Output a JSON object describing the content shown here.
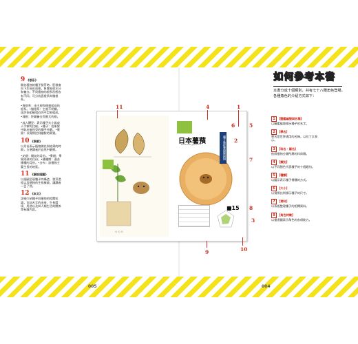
{
  "left_entries": [
    {
      "num": "9",
      "title": "《根系》",
      "body": "開花植物的種子發芽時，胚根會向下生長形成根，負責吸收水分和養分。不同植物的根系形態各有不同，可分為直根系與鬚根系。"
    },
    {
      "num": "",
      "title": "",
      "body": "•直根系：由主根和側根組成的根系。•鬚根系：主根不明顯，由許多粗細相近的不定根組成。•塊根：貯藏養分而膨大的根。"
    },
    {
      "num": "",
      "title": "",
      "body": "•成人體型：表示種子大小與成人手掌的比較。•種子：從果實中取出後所見的種子外觀。•果實：以實際比例繪製的果實。"
    },
    {
      "num": "10",
      "title": "《季節》",
      "body": "以月份表示植物開花與結果的時期，方便讀者於自然中觀察。"
    },
    {
      "num": "",
      "title": "",
      "body": "•花期：開花的月份。•果期：果實成熟的月份。•播種期：適合播種的月份。•分布：該植物主要生長的地區。"
    },
    {
      "num": "11",
      "title": "《解說插圖》",
      "body": "以插圖呈現種子的構造、發芽過程以及植物的生長樣貌，讓讀者一目了然。"
    },
    {
      "num": "12",
      "title": "《本文》",
      "body": "詳細介紹種子與植物的相關知識，包括名字的由來、生長環境、用途以及與人類生活的關係等有趣內容。"
    }
  ],
  "page_left_num": "005",
  "page_right_num": "004",
  "illustration": {
    "title": "日本薯蕷",
    "sci": "Dioscorea japonica",
    "side_label": "種子像披著翅膀飛翔",
    "badge": "■15"
  },
  "callouts": [
    "11",
    "4",
    "1",
    "6",
    "5",
    "2",
    "7",
    "8",
    "3",
    "9",
    "10"
  ],
  "right": {
    "title": "如何參考本書",
    "intro": "本書分成十個類別，共有七十八種角色登場，各種角色的介紹方式如下：",
    "items": [
      {
        "num": "1",
        "head": "【圖鑑編號與名稱】",
        "body": "以圖鑑編號標示種子的名字。"
      },
      {
        "num": "2",
        "head": "【學名】",
        "body": "學名是世界通用的名稱，以拉丁文表示。"
      },
      {
        "num": "3",
        "head": "【科名・屬名】",
        "body": "依照植物分類所屬的科與屬。"
      },
      {
        "num": "4",
        "head": "【類別】",
        "body": "以不同顏色代表種子的十個類別。"
      },
      {
        "num": "5",
        "head": "【種類】",
        "body": "以圖示表示種子傳播的方式。"
      },
      {
        "num": "6",
        "head": "【大小】",
        "body": "以實際比例標示種子的尺寸。"
      },
      {
        "num": "7",
        "head": "【資料】",
        "body": "以表格整理種子的相關資料。"
      },
      {
        "num": "8",
        "head": "【角色特徵】",
        "body": "以雷達圖表示角色的各項能力。"
      }
    ]
  }
}
